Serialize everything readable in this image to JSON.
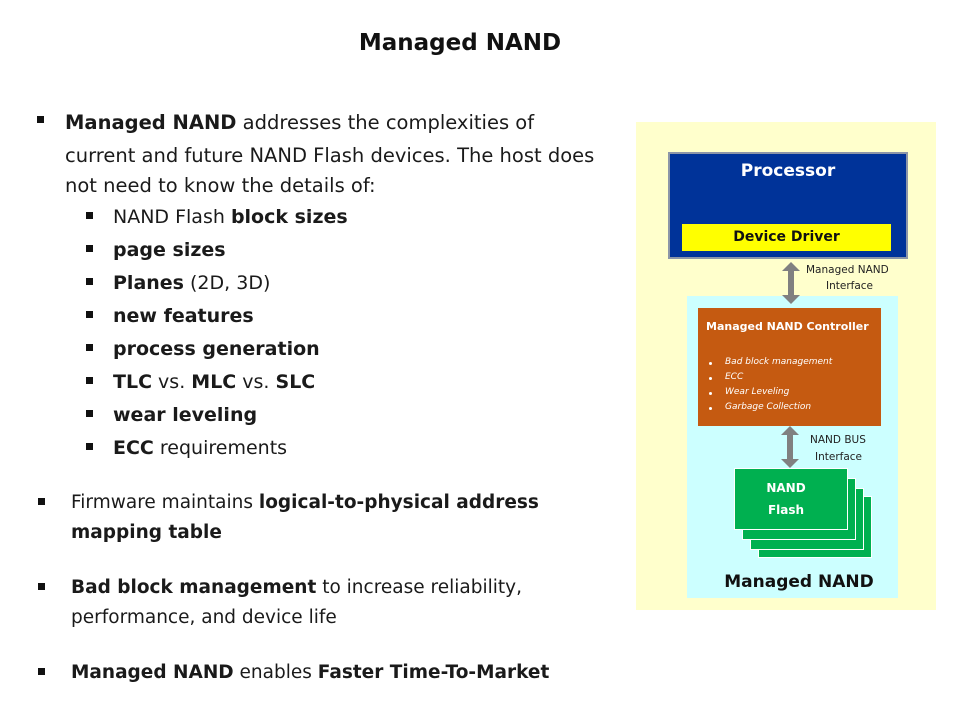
{
  "title": "Managed NAND",
  "bullets": {
    "intro": {
      "line1_bold": "Managed NAND",
      "line1_rest": " addresses the complexities of",
      "line2": "current and future NAND Flash devices. The host does",
      "line3": "not need to know the details of:"
    },
    "sub_items": [
      {
        "pre": "NAND Flash ",
        "bold": "block sizes",
        "post": ""
      },
      {
        "pre": "",
        "bold": "page sizes",
        "post": ""
      },
      {
        "pre": "",
        "bold": "Planes",
        "post": " (2D, 3D)"
      },
      {
        "pre": "",
        "bold": "new features",
        "post": ""
      },
      {
        "pre": "",
        "bold": "process generation",
        "post": ""
      },
      {
        "pre": "",
        "bold": "TLC",
        "mid": " vs. ",
        "bold2": "MLC",
        "mid2": " vs. ",
        "bold3": "SLC"
      },
      {
        "pre": "",
        "bold": "wear leveling",
        "post": ""
      },
      {
        "pre": "",
        "bold": "ECC",
        "post": " requirements"
      }
    ],
    "firmware": {
      "pre": "Firmware maintains ",
      "bold": "logical-to-physical  address",
      "line2_bold": "mapping  table"
    },
    "badblock": {
      "bold": "Bad block management",
      "rest": " to increase reliability,",
      "line2": "performance, and device life"
    },
    "ttm": {
      "bold": "Managed NAND",
      "mid": " enables ",
      "bold2": "Faster Time-To-Market"
    }
  },
  "diagram": {
    "processor": "Processor",
    "device_driver": "Device Driver",
    "iface_top_1": "Managed NAND",
    "iface_top_2": "Interface",
    "controller": {
      "title": "Managed NAND Controller",
      "items": [
        "Bad block management",
        "ECC",
        "Wear Leveling",
        "Garbage Collection"
      ]
    },
    "iface_bottom_1": "NAND  BUS",
    "iface_bottom_2": "Interface",
    "nand_1": "NAND",
    "nand_2": "Flash",
    "managed_nand_label": "Managed NAND",
    "colors": {
      "background": "#ffffcc",
      "managed_box": "#ccffff",
      "processor": "#003399",
      "device_driver": "#ffff00",
      "controller": "#c55a11",
      "nand_flash": "#00b050",
      "arrow": "#808080"
    }
  }
}
